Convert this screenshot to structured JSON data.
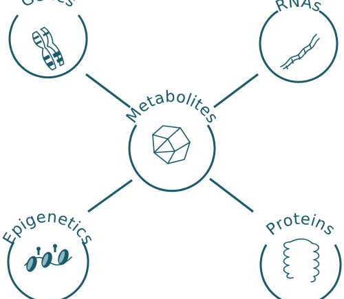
{
  "diagram": {
    "center": {
      "label": "Metabolites",
      "icon": "polyhedron-icon"
    },
    "nodes": [
      {
        "id": "genes",
        "label": "Genes",
        "icon": "chromosome-icon"
      },
      {
        "id": "rnas",
        "label": "RNAs",
        "icon": "rna-strand-icon"
      },
      {
        "id": "epigenetics",
        "label": "Epigenetics",
        "icon": "nucleosome-icon"
      },
      {
        "id": "proteins",
        "label": "Proteins",
        "icon": "protein-helix-icon"
      }
    ]
  },
  "colors": {
    "primary": "#1b5a6b",
    "accent": "#8fb8c4",
    "background": "#ffffff"
  }
}
